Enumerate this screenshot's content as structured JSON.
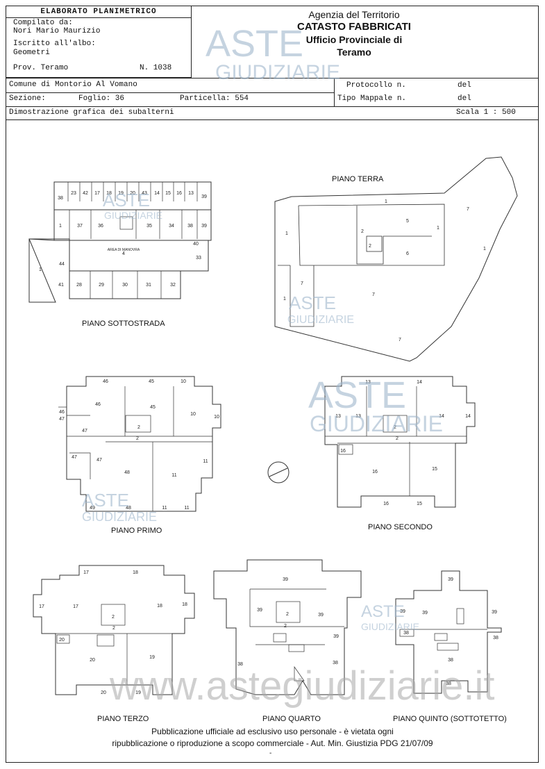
{
  "header": {
    "title": "ELABORATO PLANIMETRICO",
    "compiled_by_label": "Compilato da:",
    "compiled_by": "Nori Mario Maurizio",
    "registered_label": "Iscritto all'albo:",
    "registered": "Geometri",
    "province": "Prov. Teramo",
    "number": "N. 1038"
  },
  "agency": {
    "line1": "Agenzia del Territorio",
    "line2": "CATASTO FABBRICATI",
    "line3": "Ufficio Provinciale di",
    "line4": "Teramo"
  },
  "info": {
    "comune": "Comune di Montorio Al Vomano",
    "sezione": "Sezione:",
    "foglio": "Foglio: 36",
    "particella": "Particella: 554",
    "protocollo": "Protocollo n.",
    "protocollo_del": "del",
    "tipo": "Tipo Mappale n.",
    "tipo_del": "del",
    "dimostrazione": "Dimostrazione grafica dei subalterni",
    "scala": "Scala 1 : 500"
  },
  "plans": {
    "sottostrada": "PIANO SOTTOSTRADA",
    "terra": "PIANO TERRA",
    "primo": "PIANO PRIMO",
    "secondo": "PIANO SECONDO",
    "terzo": "PIANO TERZO",
    "quarto": "PIANO QUARTO",
    "quinto": "PIANO QUINTO (SOTTOTETTO)"
  },
  "watermarks": {
    "aste": "ASTE",
    "giudiziarie": "GIUDIZIARIE",
    "site": "www.astegiudiziarie.it"
  },
  "footer": {
    "line1": "Pubblicazione ufficiale ad esclusivo uso personale - è vietata ogni",
    "line2": "ripubblicazione o riproduzione a scopo commerciale - Aut. Min. Giustizia PDG 21/07/09",
    "dash": "-"
  },
  "colors": {
    "line": "#222222",
    "watermark": "#9fb6cc",
    "gavel": "#e8c9a0"
  }
}
